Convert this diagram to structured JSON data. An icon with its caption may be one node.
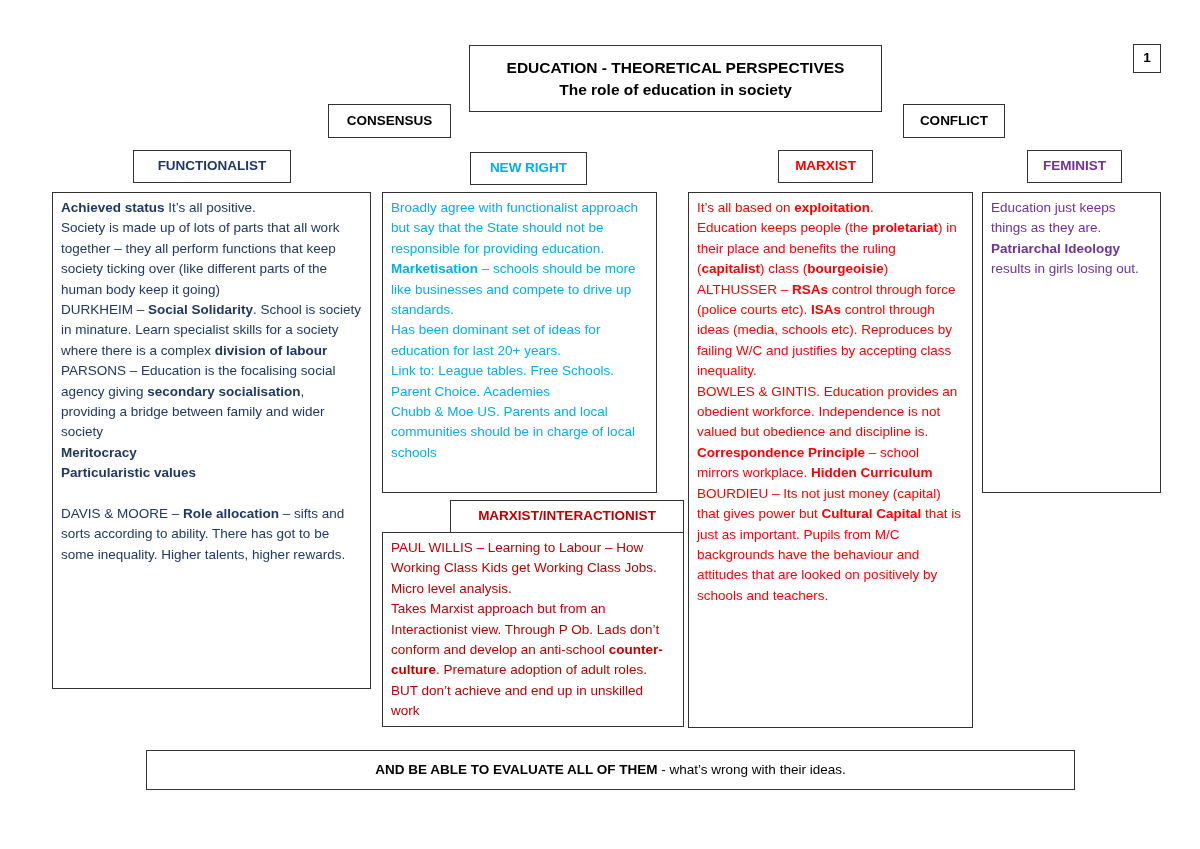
{
  "diagram": {
    "nodes": [
      {
        "text": [
          "EDUCATION - THEORETICAL PERSPECTIVES",
          "The role of education in society"
        ]
      },
      {
        "text": [
          "1"
        ]
      },
      {
        "text": [
          "CONSENSUS"
        ]
      },
      {
        "text": [
          "CONFLICT"
        ]
      },
      {
        "text": [
          "FUNCTIONALIST"
        ]
      },
      {
        "text": [
          "NEW RIGHT"
        ]
      },
      {
        "text": [
          "MARXIST"
        ]
      },
      {
        "text": [
          "FEMINIST"
        ]
      },
      {
        "text": [
          "**Achieved status** It’s all positive.",
          "Society is made up of lots of parts that all work together – they all perform functions that keep society ticking over (like different parts of the human body keep it going)",
          "DURKHEIM – **Social Solidarity**. School is society in minature. Learn specialist skills for a society where there is a complex **division of labour**",
          "PARSONS – Education is the focalising social agency giving **secondary socialisation**, providing a bridge between family and wider society",
          "Meritocracy",
          "Particularistic values",
          "DAVIS & MOORE – **Role allocation** – sifts and sorts according to ability. There has got to be some inequality. Higher talents, higher rewards."
        ]
      },
      {
        "text": [
          "Broadly agree with functionalist approach but say that the State should not be responsible for providing education.",
          "**Marketisation** – schools should be more like businesses and compete to drive up standards.",
          "Has been dominant set of ideas for education for last 20+ years.",
          "Link to: League tables. Free Schools. Parent Choice. Academies",
          "Chubb & Moe US. Parents and local communities should be in charge of local schools"
        ]
      },
      {
        "text": [
          "It’s all based on **exploitation**.",
          "Education keeps people (the **proletariat**) in their place and benefits the ruling (**capitalist**) class (**bourgeoisie**)",
          "ALTHUSSER – **RSAs** control through force (police courts etc). **ISAs** control through ideas (media, schools etc). Reproduces by failing W/C and justifies by accepting class inequality.",
          "BOWLES & GINTIS. Education provides an obedient workforce. Independence is not valued but obedience and discipline is.",
          "**Correspondence Principle** – school mirrors workplace. **Hidden Curriculum**",
          "BOURDIEU – Its not just money (capital) that gives power but **Cultural Capital** that is just as important. Pupils from M/C backgrounds have the behaviour and attitudes that are looked on positively by schools and teachers."
        ]
      },
      {
        "text": [
          "Education just keeps things as they are.",
          "**Patriarchal Ideology** results in girls losing out."
        ]
      },
      {
        "text": [
          "MARXIST/INTERACTIONIST"
        ]
      },
      {
        "text": [
          "PAUL WILLIS – Learning to Labour – How Working Class Kids get Working Class Jobs. Micro level analysis.",
          "Takes Marxist approach but from an Interactionist view. Through P Ob. Lads don’t conform and develop an anti-school **counter-culture**. Premature adoption of adult roles. BUT don’t achieve and end up in unskilled work"
        ]
      },
      {
        "text": [
          "**AND BE ABLE TO EVALUATE ALL OF THEM** - what’s wrong with their ideas."
        ]
      }
    ]
  }
}
